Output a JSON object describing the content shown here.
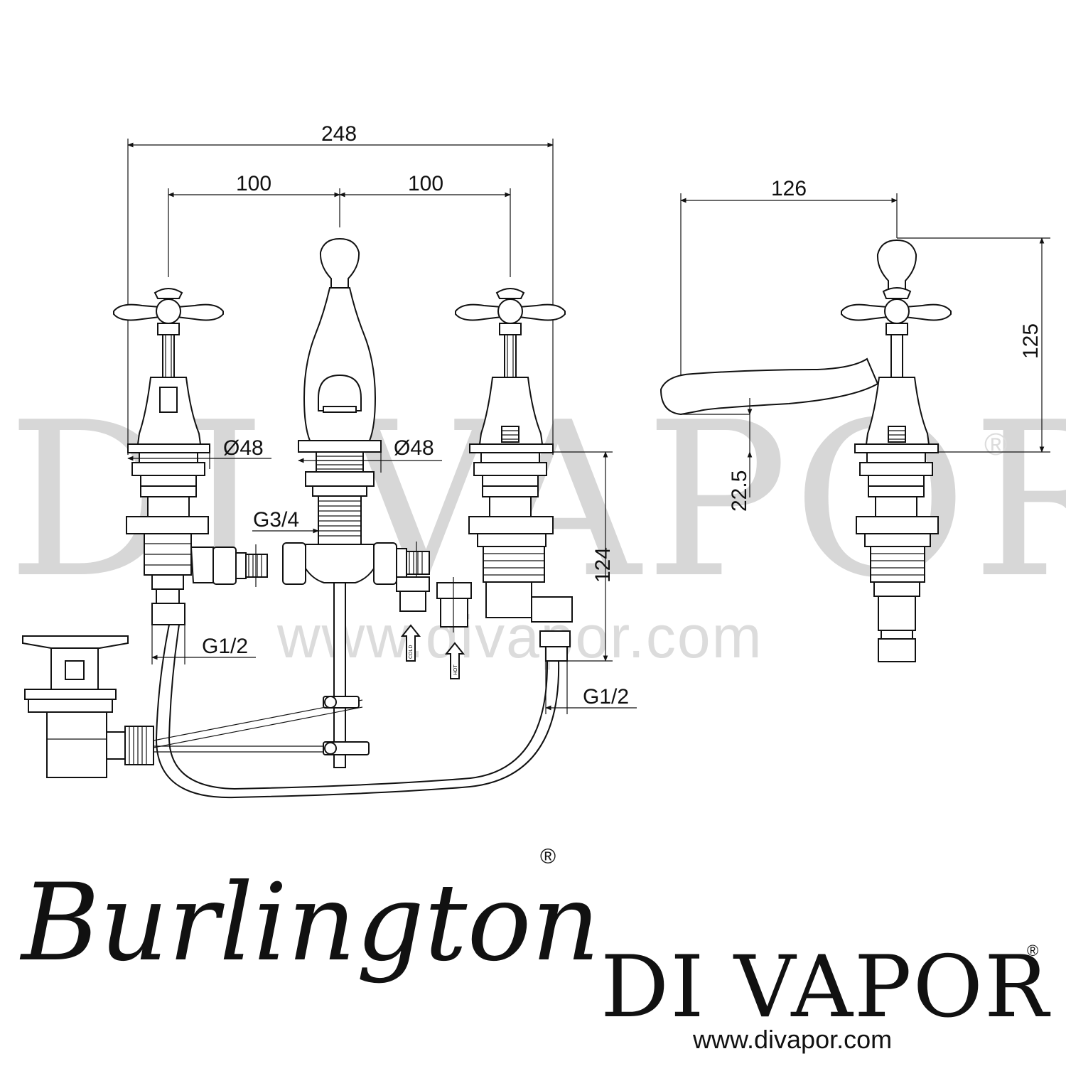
{
  "watermark": {
    "name": "DI VAPOR",
    "registered": "®",
    "url": "www.divapor.com"
  },
  "dimensions": {
    "overall_width": "248",
    "centre_left": "100",
    "centre_right": "100",
    "tap_depth": "126",
    "tap_height": "125",
    "spout_height": "22.5",
    "body_height": "124",
    "dia_left": "Ø48",
    "dia_right": "Ø48",
    "thread_spout": "G3/4",
    "thread_left": "G1/2",
    "thread_right": "G1/2",
    "inlet_cold": "COLD",
    "inlet_hot": "HOT"
  },
  "branding": {
    "manufacturer": "Burlington",
    "manufacturer_mark": "®",
    "retailer": "DI VAPOR",
    "retailer_mark": "®",
    "retailer_url": "www.divapor.com"
  },
  "colors": {
    "line": "#111111",
    "watermark": "#d7d7d7"
  }
}
